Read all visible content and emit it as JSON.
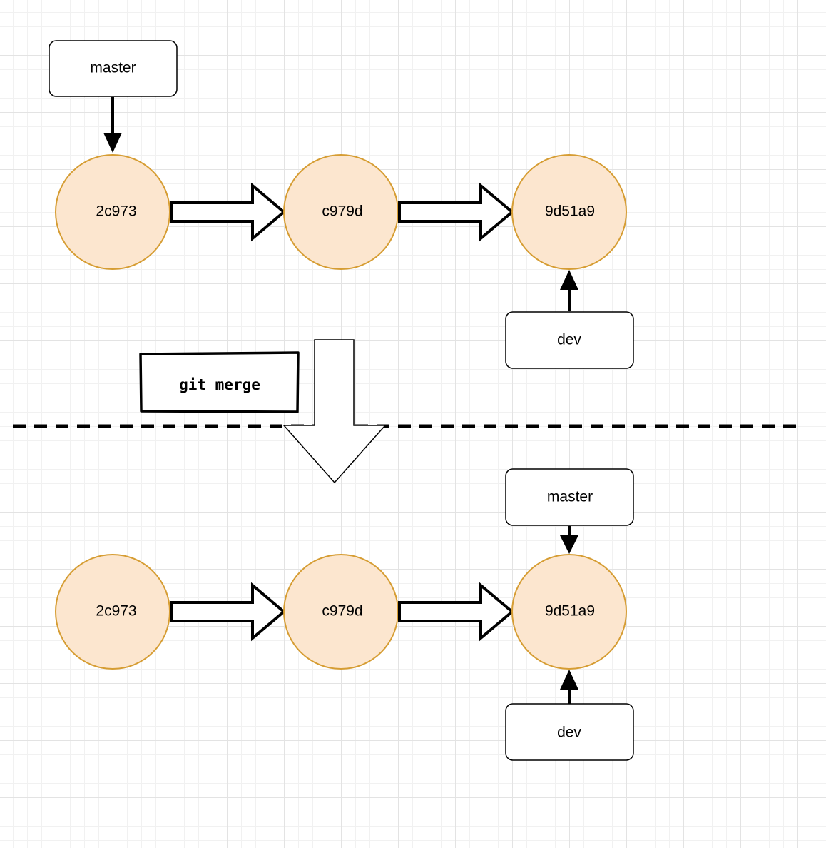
{
  "top_section": {
    "master_label": "master",
    "dev_label": "dev",
    "commits": [
      {
        "id": "2c973"
      },
      {
        "id": "c979d"
      },
      {
        "id": "9d51a9"
      }
    ]
  },
  "merge": {
    "command_label": "git merge"
  },
  "bottom_section": {
    "master_label": "master",
    "dev_label": "dev",
    "commits": [
      {
        "id": "2c973"
      },
      {
        "id": "c979d"
      },
      {
        "id": "9d51a9"
      }
    ]
  },
  "colors": {
    "commit_fill": "#fce6cf",
    "commit_stroke": "#d69d33",
    "line": "#000000",
    "box_fill": "#ffffff"
  }
}
